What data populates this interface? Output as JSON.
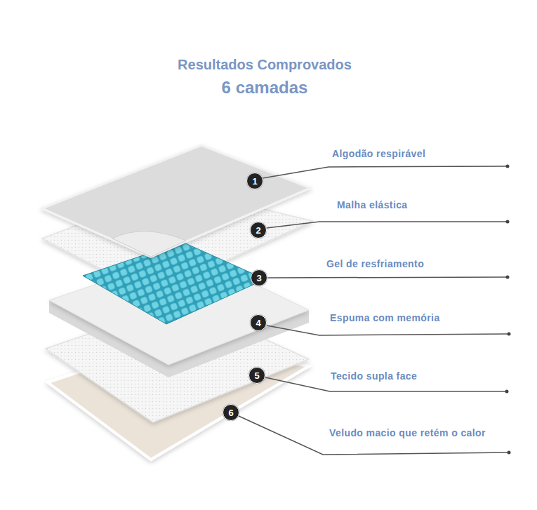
{
  "diagram": {
    "title": "Resultados Comprovados",
    "nodes": [
      {
        "text": [
          "1"
        ]
      },
      {
        "text": [
          "2"
        ]
      },
      {
        "text": [
          "3"
        ]
      },
      {
        "text": [
          "4"
        ]
      },
      {
        "text": [
          "5"
        ]
      },
      {
        "text": [
          "6"
        ]
      }
    ],
    "labels": [
      "6 camadas",
      "Algodão respirável",
      "Malha elástica",
      "Gel de resfriamento",
      "Espuma com memória",
      "Tecido supla face",
      "Veludo macio que retém o calor"
    ]
  }
}
